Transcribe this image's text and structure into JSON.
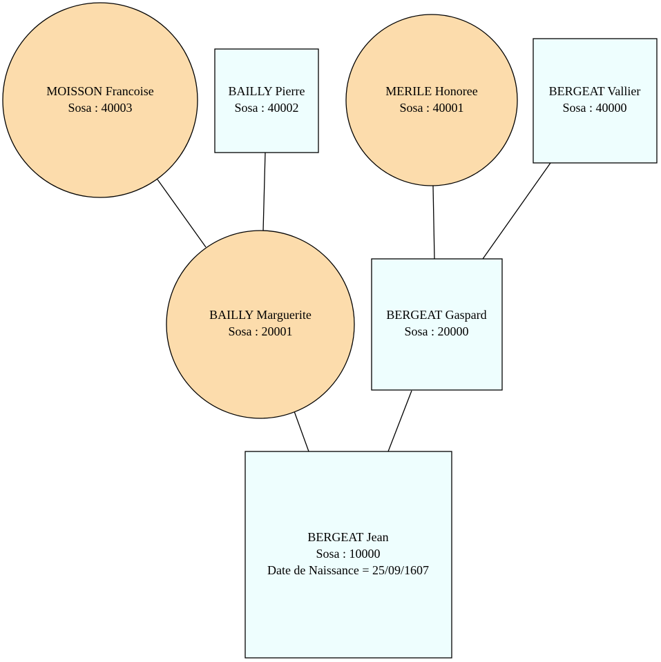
{
  "colors": {
    "female_fill": "#fcdcac",
    "male_fill": "#eefefe",
    "stroke": "#000000",
    "background": "#ffffff"
  },
  "persons": {
    "p40003": {
      "name": "MOISSON Francoise",
      "sosa": "Sosa : 40003",
      "sex": "female"
    },
    "p40002": {
      "name": "BAILLY Pierre",
      "sosa": "Sosa : 40002",
      "sex": "male"
    },
    "p40001": {
      "name": "MERILE Honoree",
      "sosa": "Sosa : 40001",
      "sex": "female"
    },
    "p40000": {
      "name": "BERGEAT Vallier",
      "sosa": "Sosa : 40000",
      "sex": "male"
    },
    "p20001": {
      "name": "BAILLY Marguerite",
      "sosa": "Sosa : 20001",
      "sex": "female"
    },
    "p20000": {
      "name": "BERGEAT Gaspard",
      "sosa": "Sosa : 20000",
      "sex": "male"
    },
    "p10000": {
      "name": "BERGEAT Jean",
      "sosa": "Sosa : 10000",
      "birth": "Date de Naissance = 25/09/1607",
      "sex": "male"
    }
  }
}
